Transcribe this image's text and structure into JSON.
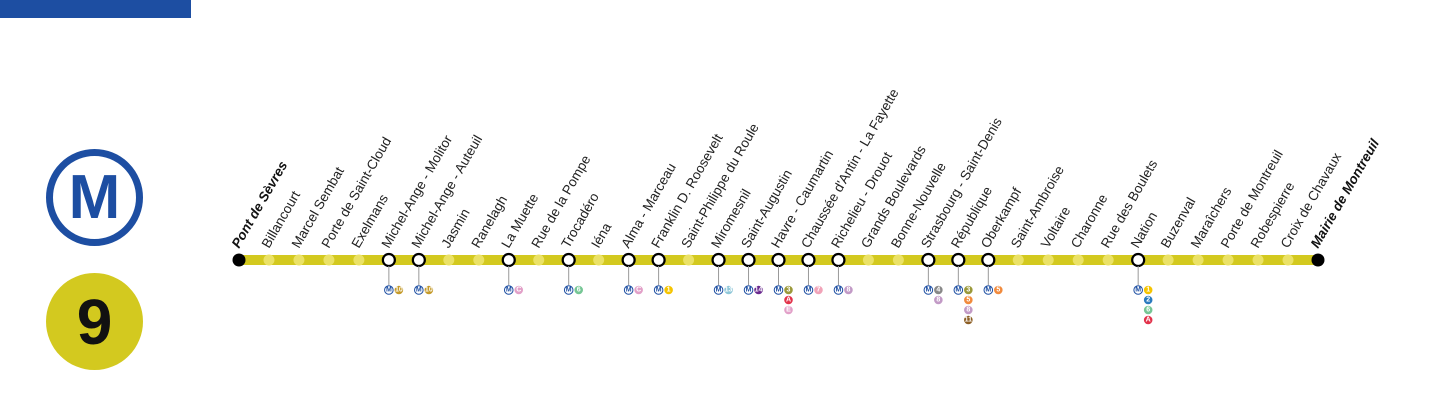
{
  "network": {
    "logo_letter": "M",
    "line_number": "9"
  },
  "colors": {
    "line": "#d3c91f",
    "metro": "#1d4ea2",
    "rer": "#5a6fb0",
    "metro_lines": {
      "1": "#f5c400",
      "2": "#2a7bbf",
      "3": "#9b993a",
      "5": "#f18b3e",
      "6": "#76c695",
      "7": "#f1a3b8",
      "8": "#c29ac6",
      "9": "#d3c91f",
      "10": "#c49a2a",
      "11": "#8c5e24",
      "12": "#2a8f57",
      "13": "#8fc7d8",
      "14": "#6a2a8e"
    },
    "rer_lines": {
      "A": "#e2334b"
    },
    "tram_lines": {
      "T": "#f5e17a"
    }
  },
  "stations": [
    {
      "name": "Pont de Sèvres",
      "terminus": true
    },
    {
      "name": "Billancourt"
    },
    {
      "name": "Marcel Sembat"
    },
    {
      "name": "Porte de Saint-Cloud"
    },
    {
      "name": "Exelmans"
    },
    {
      "name": "Michel-Ange - Molitor",
      "interchange": true,
      "connections": [
        [
          "M",
          "10"
        ]
      ]
    },
    {
      "name": "Michel-Ange - Auteuil",
      "interchange": true,
      "connections": [
        [
          "M",
          "10"
        ]
      ]
    },
    {
      "name": "Jasmin"
    },
    {
      "name": "Ranelagh"
    },
    {
      "name": "La Muette",
      "interchange": true,
      "connections": [
        [
          "RER",
          "C"
        ]
      ]
    },
    {
      "name": "Rue de la Pompe"
    },
    {
      "name": "Trocadéro",
      "interchange": true,
      "connections": [
        [
          "M",
          "6"
        ]
      ]
    },
    {
      "name": "Iéna"
    },
    {
      "name": "Alma - Marceau",
      "interchange": true,
      "connections": [
        [
          "RER",
          "C"
        ]
      ]
    },
    {
      "name": "Franklin D. Roosevelt",
      "interchange": true,
      "connections": [
        [
          "M",
          "1"
        ]
      ]
    },
    {
      "name": "Saint-Philippe du Roule"
    },
    {
      "name": "Miromesnil",
      "interchange": true,
      "connections": [
        [
          "M",
          "13"
        ]
      ]
    },
    {
      "name": "Saint-Augustin",
      "interchange": true,
      "connections": [
        [
          "M",
          "14"
        ]
      ]
    },
    {
      "name": "Havre - Caumartin",
      "interchange": true,
      "connections": [
        [
          "M",
          "3"
        ],
        [
          "RER",
          "A"
        ],
        [
          "RER",
          "E"
        ]
      ]
    },
    {
      "name": "Chaussée d'Antin - La Fayette",
      "interchange": true,
      "connections": [
        [
          "M",
          "7"
        ]
      ]
    },
    {
      "name": "Richelieu - Drouot",
      "interchange": true,
      "connections": [
        [
          "M",
          "8"
        ]
      ]
    },
    {
      "name": "Grands Boulevards"
    },
    {
      "name": "Bonne-Nouvelle"
    },
    {
      "name": "Strasbourg - Saint-Denis",
      "interchange": true,
      "connections": [
        [
          "M",
          "4"
        ],
        [
          "M",
          "8"
        ]
      ]
    },
    {
      "name": "République",
      "interchange": true,
      "connections": [
        [
          "M",
          "3"
        ],
        [
          "M",
          "5"
        ],
        [
          "M",
          "8"
        ],
        [
          "M",
          "11"
        ]
      ]
    },
    {
      "name": "Oberkampf",
      "interchange": true,
      "connections": [
        [
          "M",
          "5"
        ]
      ]
    },
    {
      "name": "Saint-Ambroise"
    },
    {
      "name": "Voltaire"
    },
    {
      "name": "Charonne"
    },
    {
      "name": "Rue des Boulets"
    },
    {
      "name": "Nation",
      "interchange": true,
      "connections": [
        [
          "M",
          "1"
        ],
        [
          "M",
          "2"
        ],
        [
          "M",
          "6"
        ],
        [
          "RER",
          "A"
        ]
      ]
    },
    {
      "name": "Buzenval"
    },
    {
      "name": "Maraîchers"
    },
    {
      "name": "Porte de Montreuil"
    },
    {
      "name": "Robespierre"
    },
    {
      "name": "Croix de Chavaux"
    },
    {
      "name": "Mairie de Montreuil",
      "terminus": true
    }
  ]
}
